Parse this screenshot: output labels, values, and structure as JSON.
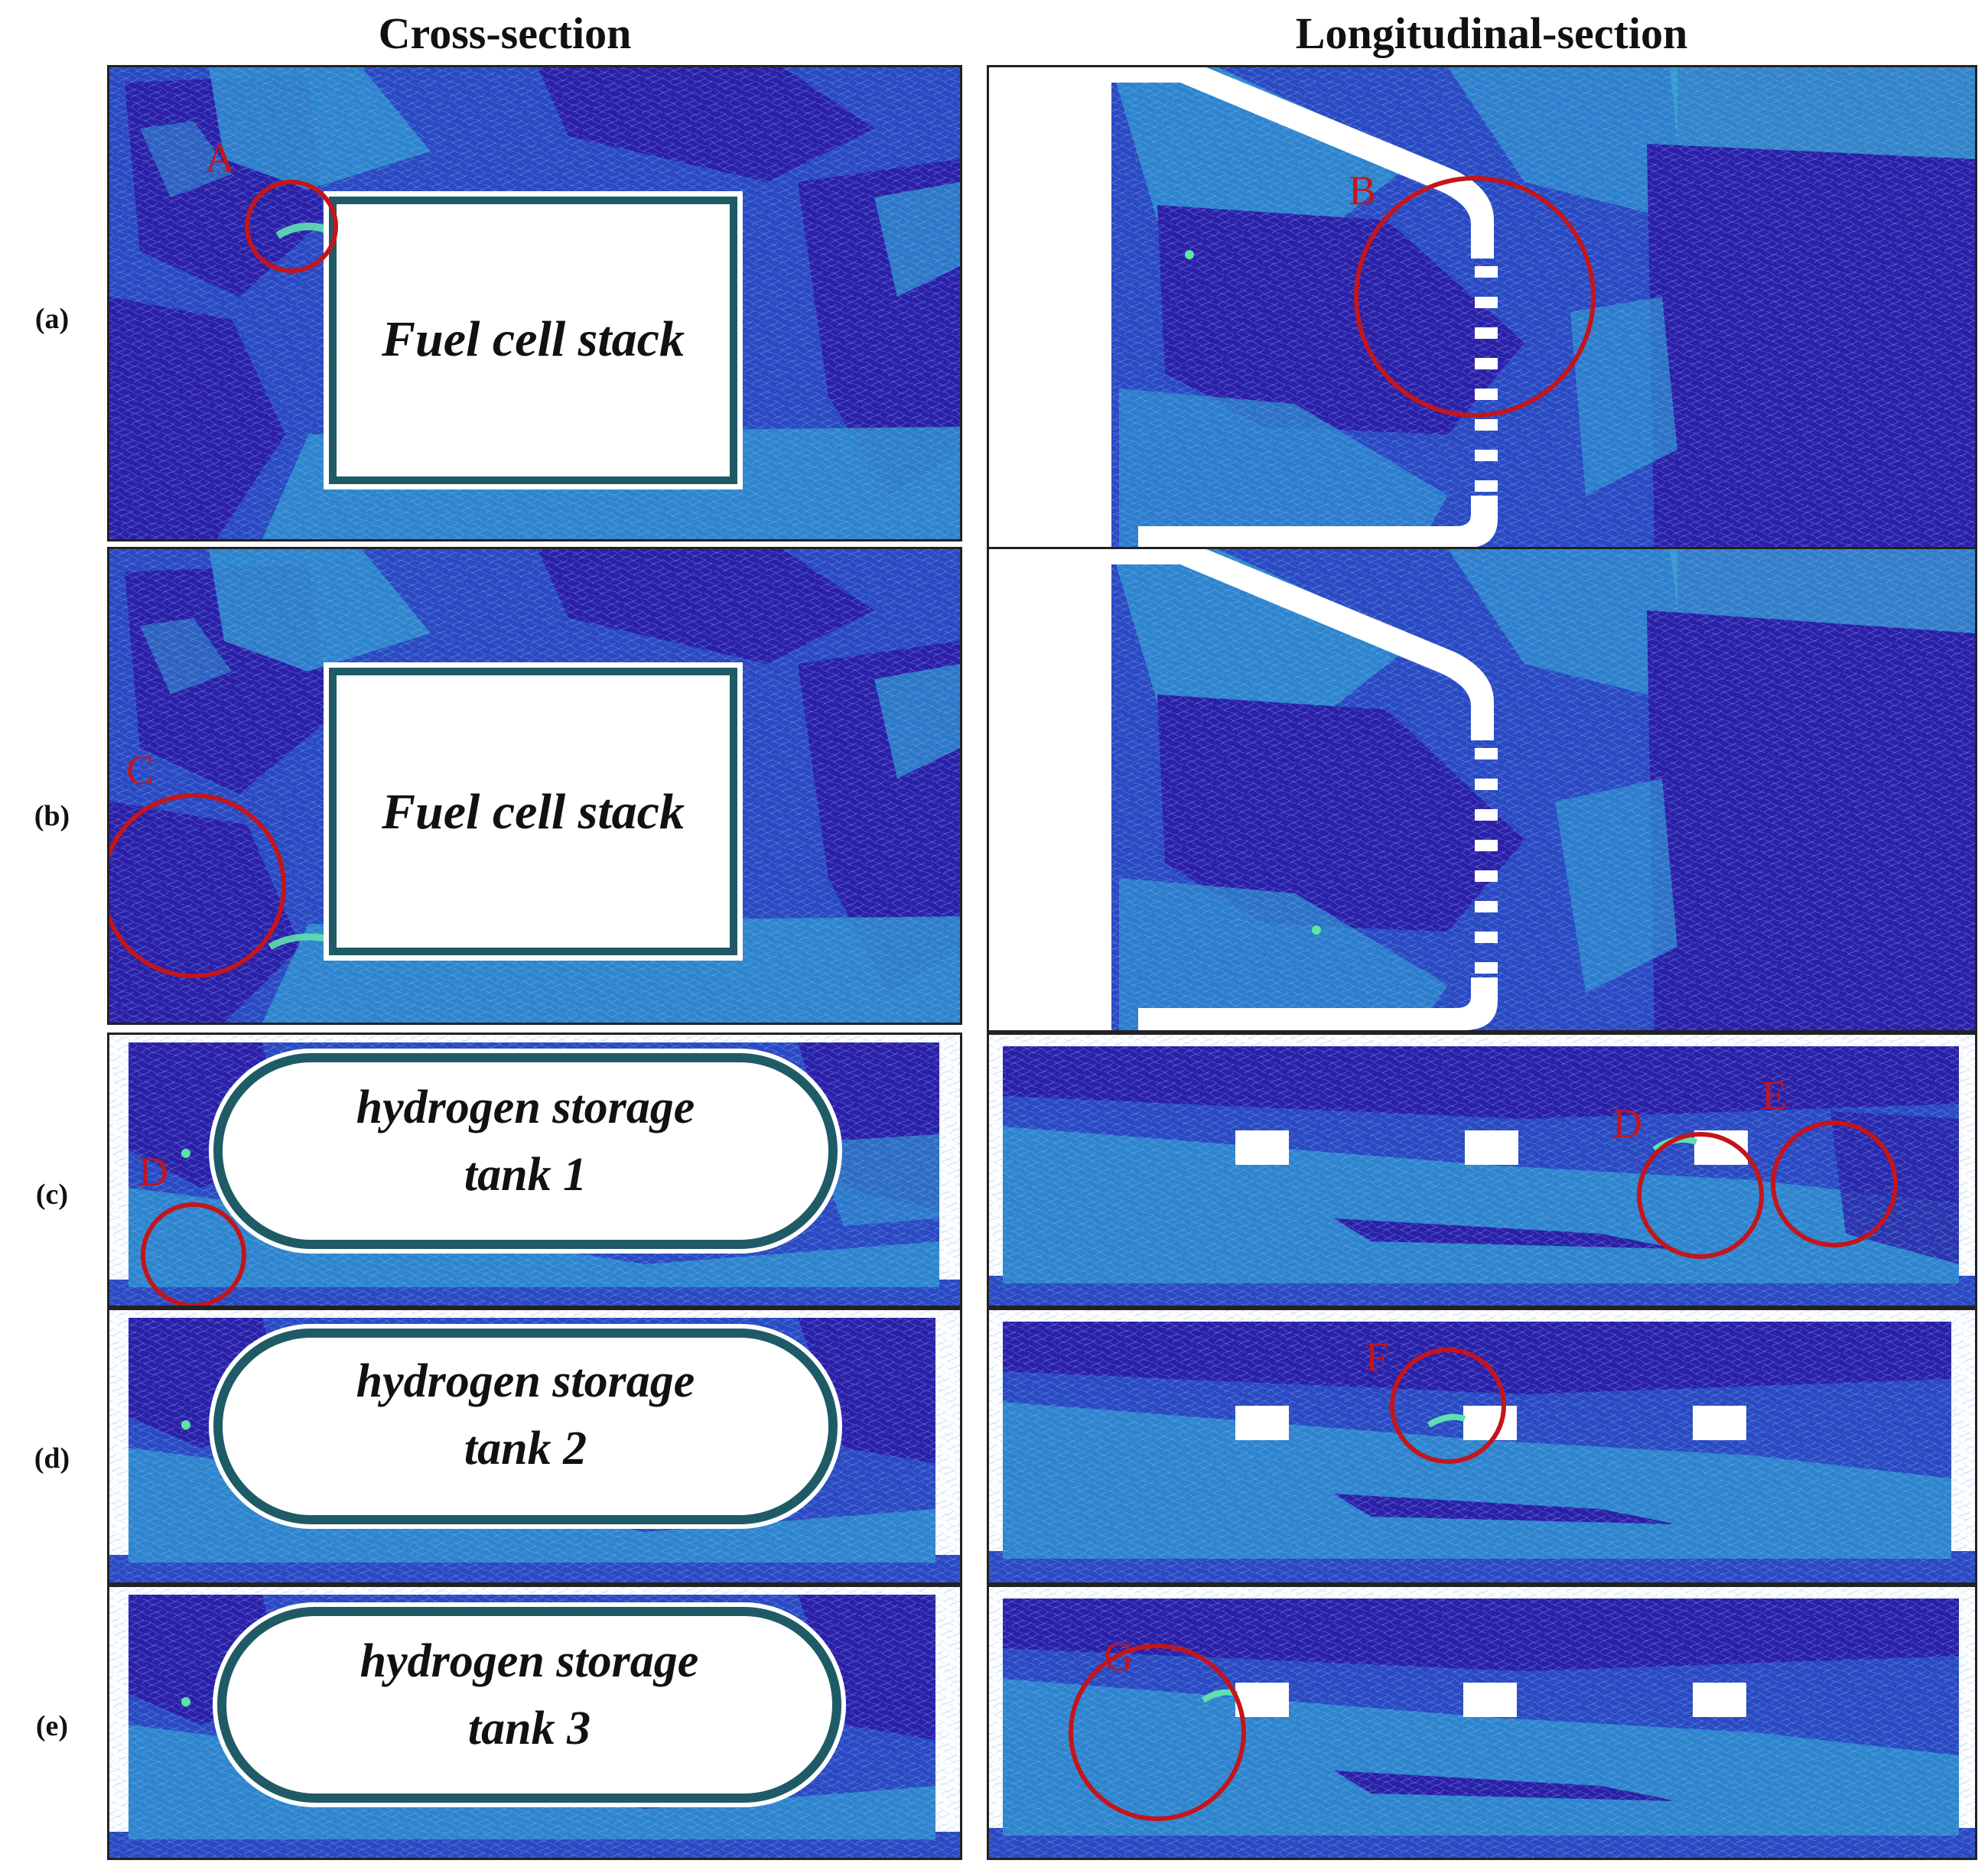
{
  "columns": {
    "cross": "Cross-section",
    "longitudinal": "Longitudinal-section"
  },
  "rows": [
    {
      "label": "(a)",
      "object": "Fuel cell stack",
      "object_line2": ""
    },
    {
      "label": "(b)",
      "object": "Fuel cell stack",
      "object_line2": ""
    },
    {
      "label": "(c)",
      "object": "hydrogen storage",
      "object_line2": "tank 1"
    },
    {
      "label": "(d)",
      "object": "hydrogen storage",
      "object_line2": "tank 2"
    },
    {
      "label": "(e)",
      "object": "hydrogen storage",
      "object_line2": "tank 3"
    }
  ],
  "markers": {
    "A": "A",
    "B": "B",
    "C": "C",
    "D1": "D",
    "D2": "D",
    "E": "E",
    "F": "F",
    "G": "G"
  },
  "colors": {
    "flow_base": "#2a49c2",
    "flow_dark": "#2b1fa8",
    "flow_light": "#2f8fd0",
    "flow_cyan": "#3bb4cf",
    "outline": "#1f5b66",
    "marker": "#c3151b"
  }
}
